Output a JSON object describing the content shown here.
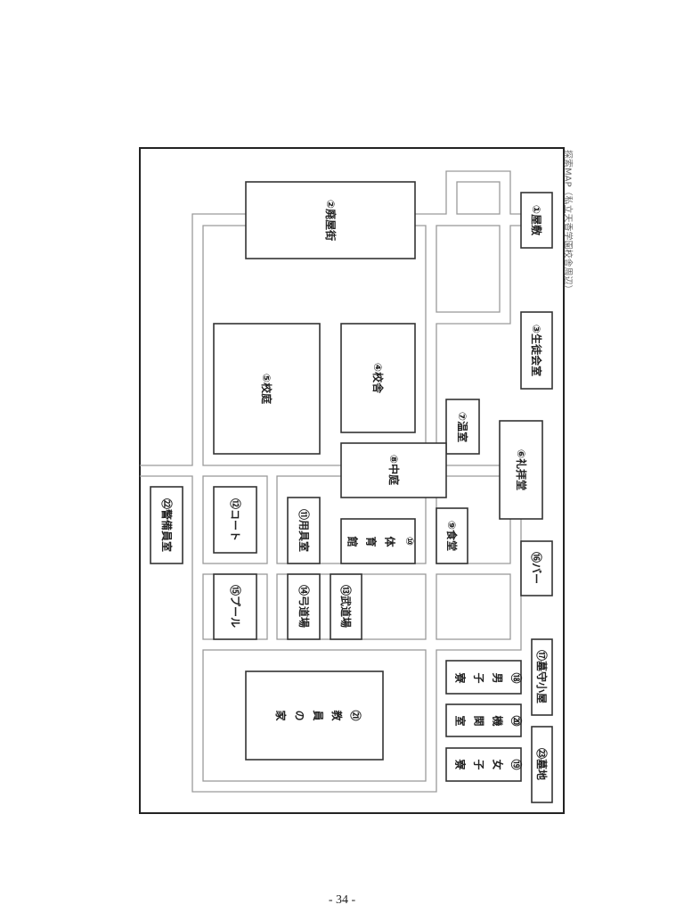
{
  "title": "探索MAP（私立天香学園校舎周辺）",
  "page_number": "- 34 -",
  "locations": [
    {
      "label": "①屋敷"
    },
    {
      "label": "②廃屋街"
    },
    {
      "label": "③生徒会室"
    },
    {
      "label": "④校舎"
    },
    {
      "label": "⑤校庭"
    },
    {
      "label": "⑥礼拝堂"
    },
    {
      "label": "⑦温室"
    },
    {
      "label": "⑧中庭"
    },
    {
      "label": "⑨食堂"
    },
    {
      "label": "⑩体育館"
    },
    {
      "label": "⑪用具室"
    },
    {
      "label": "⑫コート"
    },
    {
      "label": "⑬武道場"
    },
    {
      "label": "⑭弓道場"
    },
    {
      "label": "⑮プール"
    },
    {
      "label": "⑯バー"
    },
    {
      "label": "⑰墓守小屋"
    },
    {
      "label": "⑱男子寮"
    },
    {
      "label": "⑲女子寮"
    },
    {
      "label": "⑳機関室"
    },
    {
      "label": "㉑教員の家"
    },
    {
      "label": "㉒警備員室"
    },
    {
      "label": "㉓墓地"
    }
  ]
}
